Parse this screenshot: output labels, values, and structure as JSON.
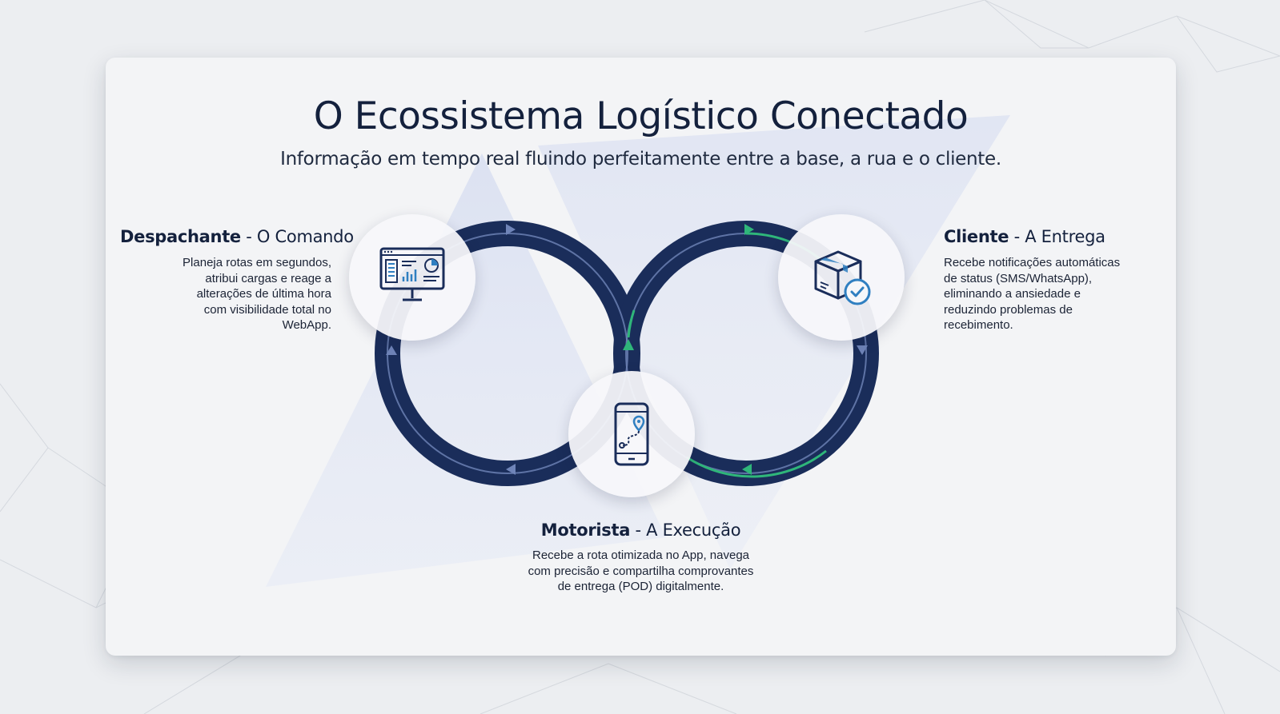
{
  "title": "O Ecossistema Logístico Conectado",
  "subtitle": "Informação em tempo real fluindo perfeitamente entre a base, a rua e o cliente.",
  "nodes": {
    "dispatcher": {
      "name": "Despachante",
      "separator": " - ",
      "role": "O Comando",
      "lines": [
        "Planeja rotas em segundos,",
        "atribui cargas e reage a",
        "alterações de última hora",
        "com visibilidade total no",
        "WebApp."
      ],
      "icon": "monitor-dashboard-icon"
    },
    "client": {
      "name": "Cliente",
      "separator": " - ",
      "role": "A Entrega",
      "lines": [
        "Recebe notificações automáticas",
        "de status (SMS/WhatsApp),",
        "eliminando a ansiedade e",
        "reduzindo problemas de",
        "recebimento."
      ],
      "icon": "package-check-icon"
    },
    "driver": {
      "name": "Motorista",
      "separator": " - ",
      "role": "A Execução",
      "lines": [
        "Recebe a rota otimizada no App, navega",
        "com precisão e compartilha comprovantes",
        "de entrega (POD) digitalmente."
      ],
      "icon": "smartphone-route-icon"
    }
  },
  "colors": {
    "loop": "#1a2d5a",
    "loop_inner": "#6f84b8",
    "accent_green": "#2fb67a",
    "icon_stroke": "#1a2d5a",
    "icon_accent": "#2f7fc1",
    "heading": "#14213d"
  }
}
